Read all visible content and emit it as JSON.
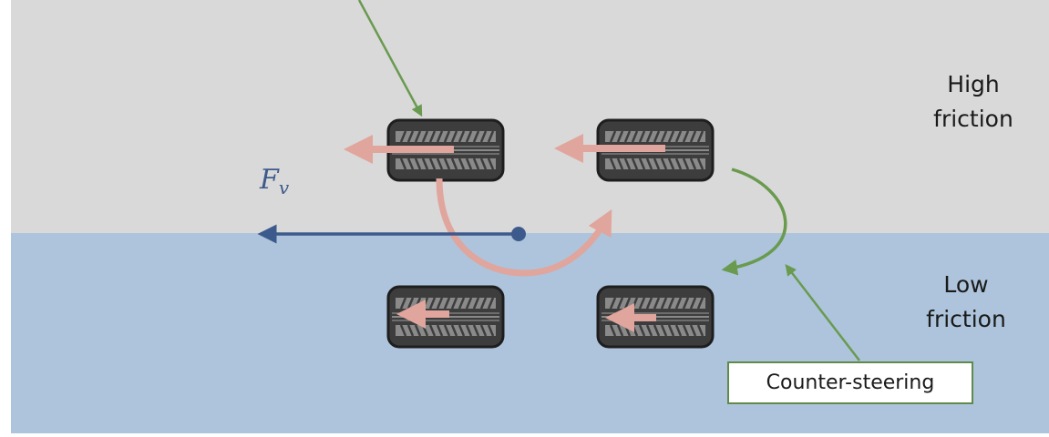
{
  "zones": {
    "high": {
      "label": "High\nfriction",
      "color": "#d9d9d9"
    },
    "low": {
      "label": "Low\nfriction",
      "color": "#adc4dc"
    }
  },
  "force": {
    "symbol": "F",
    "subscript": "v",
    "color": "#3d5a8c"
  },
  "callout": {
    "label": "Counter-steering"
  },
  "colors": {
    "tire": "#3d3d3d",
    "tire_outline": "#1e1e1e",
    "tread": "#8a8a8a",
    "velocity_arrow": "#e0a59c",
    "steer_arrow": "#6a9a50"
  },
  "wheels": [
    "front-left",
    "front-right",
    "rear-left",
    "rear-right"
  ]
}
